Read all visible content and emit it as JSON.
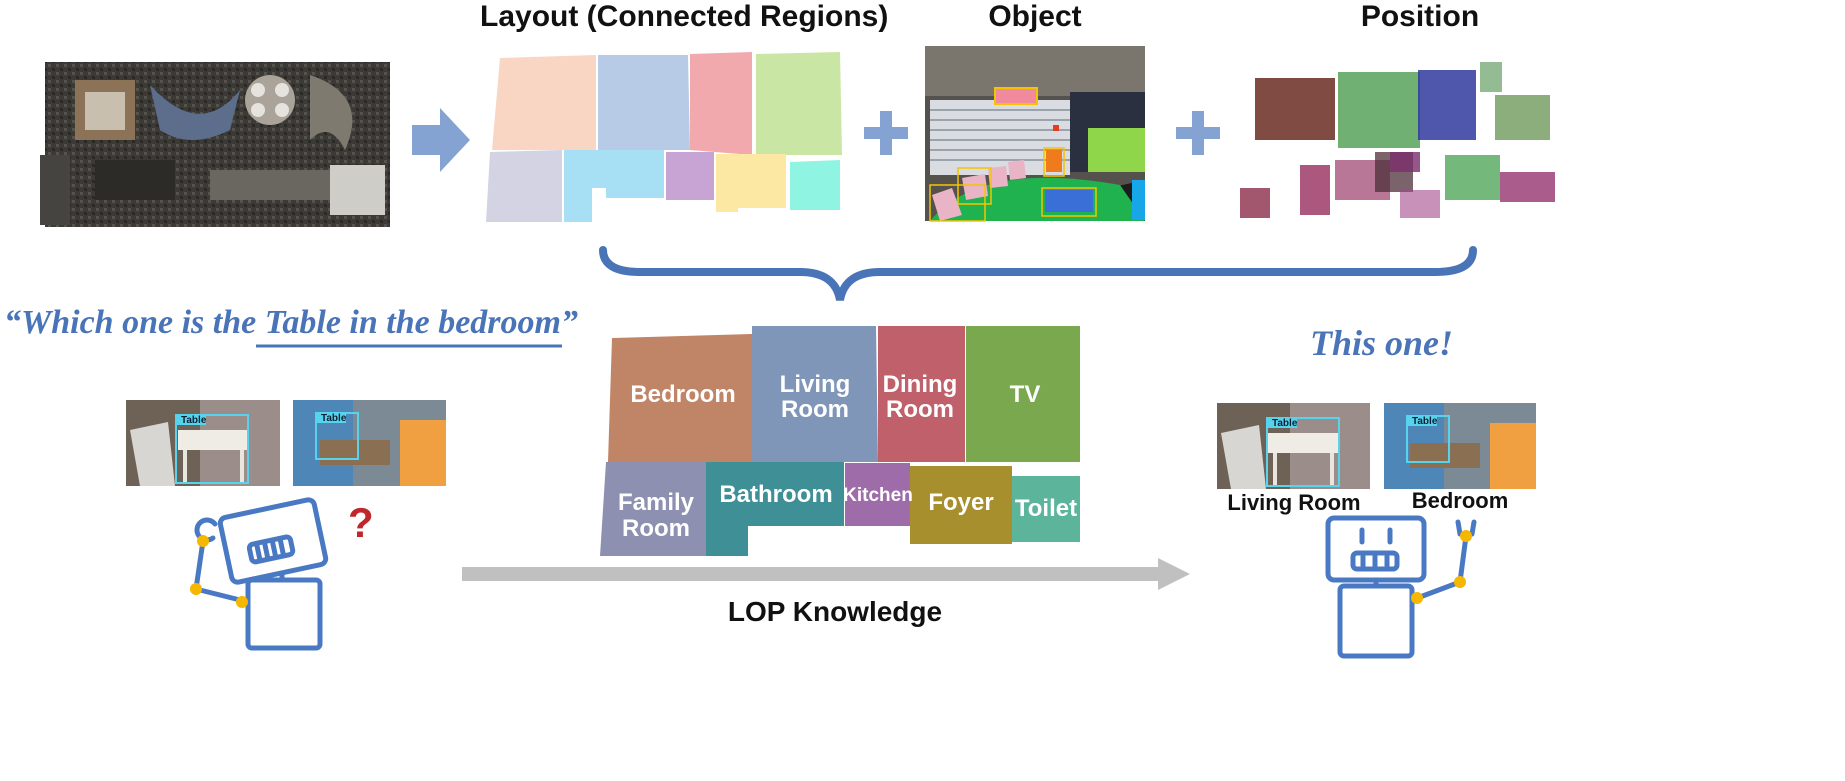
{
  "headers": {
    "layout": "Layout (Connected Regions)",
    "object": "Object",
    "position": "Position"
  },
  "query": {
    "prefix": "“Which one is the",
    "underlined": " Table in the bedroom",
    "suffix": "”"
  },
  "answer": "This one!",
  "knowledge_label": "LOP Knowledge",
  "photo_tag": "Table",
  "question_mark": "?",
  "rooms": {
    "bedroom": "Bedroom",
    "living_room_1": "Living",
    "living_room_2": "Room",
    "dining_room_1": "Dining",
    "dining_room_2": "Room",
    "tv": "TV",
    "family_room_1": "Family",
    "family_room_2": "Room",
    "bathroom": "Bathroom",
    "kitchen": "Kitchen",
    "foyer": "Foyer",
    "toilet": "Toilet"
  },
  "result_captions": {
    "left": "Living Room",
    "right": "Bedroom"
  },
  "colors": {
    "accent_blue": "#4a74b8",
    "arrow_gray": "#c0c0c0",
    "robot_blue": "#4a79c4",
    "joint_yellow": "#f5b700",
    "question_red": "#c0262c"
  }
}
